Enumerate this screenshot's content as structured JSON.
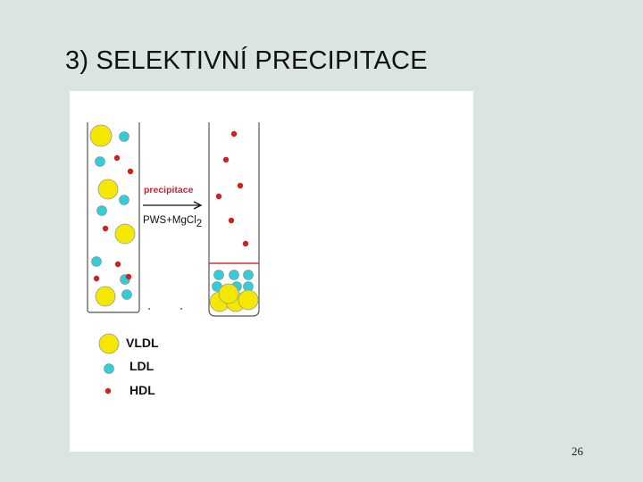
{
  "slide": {
    "title": "3) SELEKTIVNÍ PRECIPITACE",
    "page_number": "26"
  },
  "figure": {
    "arrow_label_top": "precipitace",
    "arrow_label_bottom": "PWS+MgCl",
    "arrow_label_subscript": "2",
    "legend": [
      {
        "label": "VLDL",
        "icon": "large-yellow-circle-icon",
        "color": "#f5e800"
      },
      {
        "label": "LDL",
        "icon": "medium-cyan-circle-icon",
        "color": "#33ccd9"
      },
      {
        "label": "HDL",
        "icon": "small-red-circle-icon",
        "color": "#cc2222"
      }
    ],
    "colors": {
      "vldl": "#f5e800",
      "ldl": "#33ccd9",
      "hdl": "#cc2222",
      "label_red": "#cc2233",
      "separator": "#e03030"
    }
  }
}
